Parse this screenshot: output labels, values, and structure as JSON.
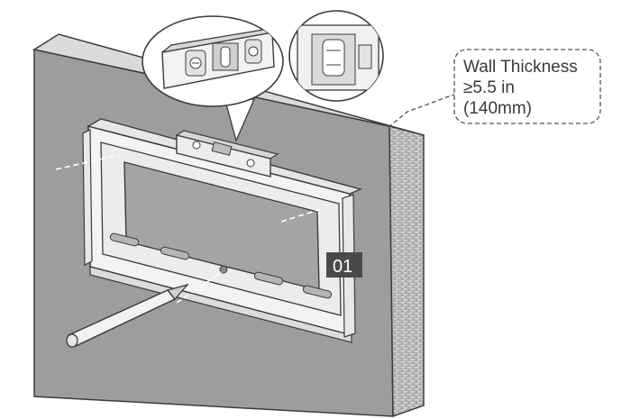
{
  "callout": {
    "line1": "Wall Thickness",
    "line2": "≥5.5 in",
    "line3": "(140mm)"
  },
  "step_badge": {
    "label": "01"
  },
  "colors": {
    "wall_face": "#9b9b9b",
    "wall_top": "#d9d9d9",
    "wall_edge": "#c4c4c4",
    "bracket": "#f4f4f4",
    "stroke": "#3c3c3c",
    "badge": "#4a4a4a"
  }
}
